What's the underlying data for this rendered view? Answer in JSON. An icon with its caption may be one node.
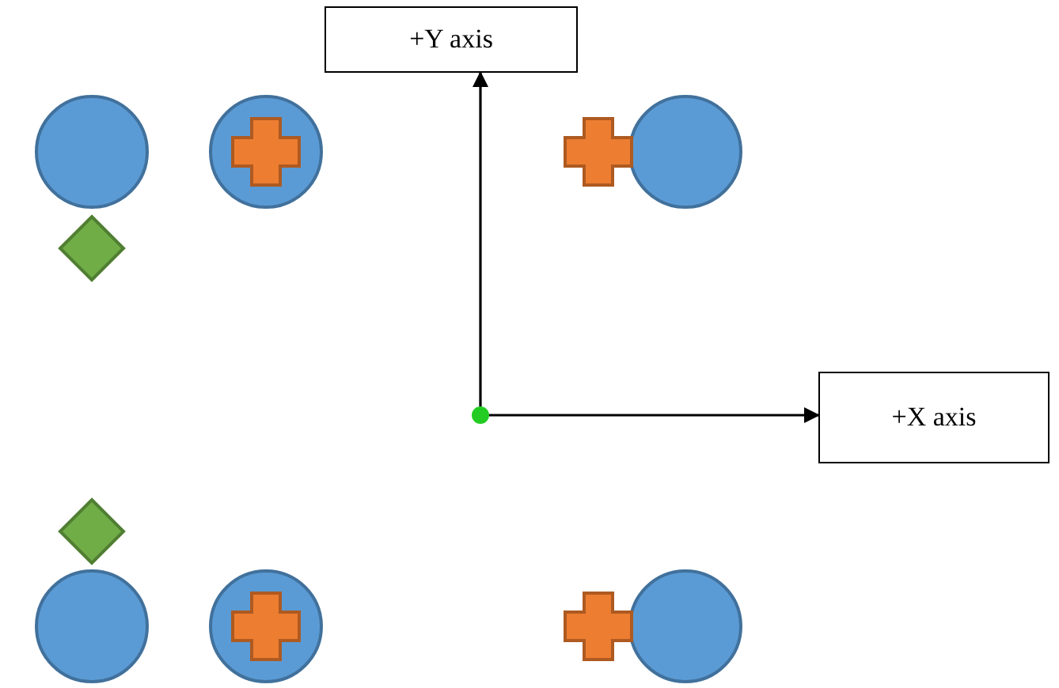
{
  "diagram": {
    "nodes": [
      {
        "text": [
          "+Y axis"
        ]
      },
      {
        "text": [],
        "shape": "circle"
      },
      {
        "text": [
          "+X axis"
        ]
      }
    ],
    "edges": [
      {
        "from": 1,
        "to": 0,
        "arrow": "to"
      },
      {
        "from": 1,
        "to": 2,
        "arrow": "to"
      }
    ]
  }
}
